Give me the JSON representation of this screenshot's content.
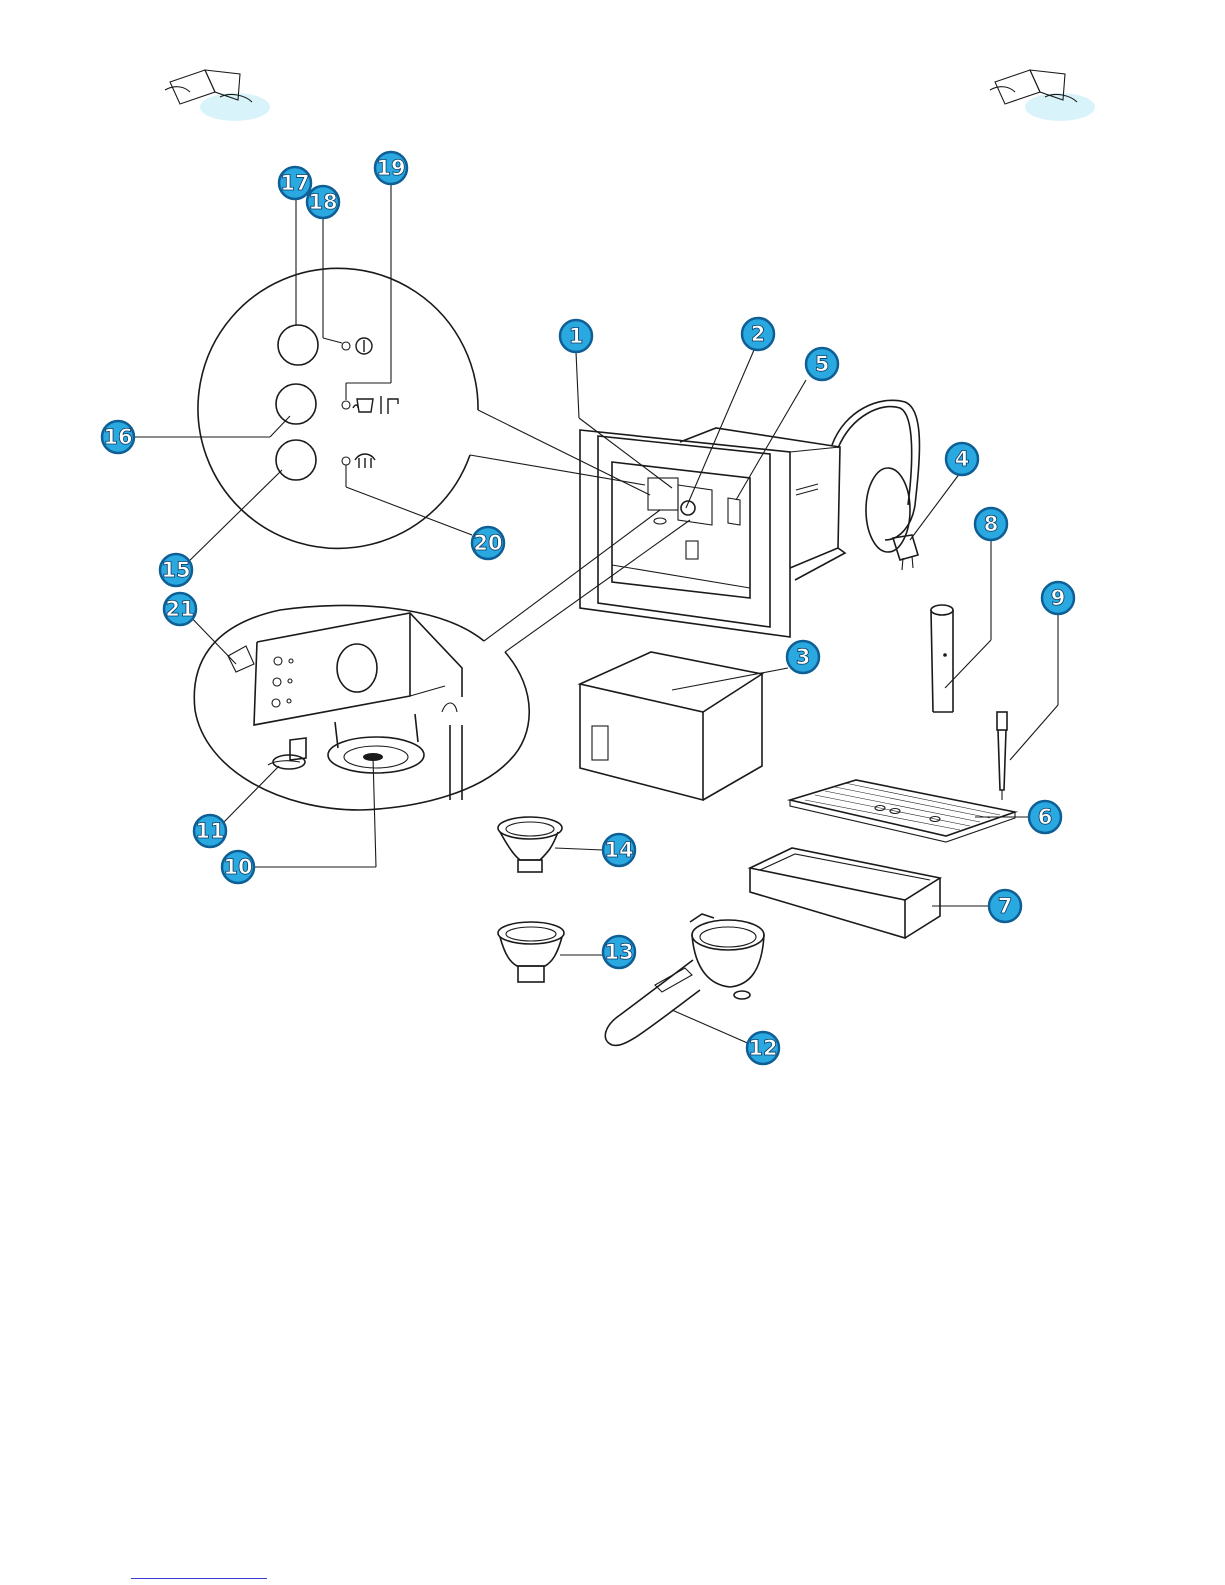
{
  "callouts": [
    {
      "number": "1"
    },
    {
      "number": "2"
    },
    {
      "number": "3"
    },
    {
      "number": "4"
    },
    {
      "number": "5"
    },
    {
      "number": "6"
    },
    {
      "number": "7"
    },
    {
      "number": "8"
    },
    {
      "number": "9"
    },
    {
      "number": "10"
    },
    {
      "number": "11"
    },
    {
      "number": "12"
    },
    {
      "number": "13"
    },
    {
      "number": "14"
    },
    {
      "number": "15"
    },
    {
      "number": "16"
    },
    {
      "number": "17"
    },
    {
      "number": "18"
    },
    {
      "number": "19"
    },
    {
      "number": "20"
    },
    {
      "number": "21"
    }
  ],
  "icons": {
    "header_left": "open-book-hands-icon",
    "header_right": "open-book-hands-icon",
    "power": "power-symbol-icon",
    "coffee_hot_water": "coffee-cup-hot-water-icon",
    "steam": "steam-icon"
  },
  "colors": {
    "callout_fill": "#2aa8e0",
    "callout_outline": "#0e5f96",
    "book_highlight": "#9fe3f2",
    "line_art": "#1a1a1a"
  }
}
